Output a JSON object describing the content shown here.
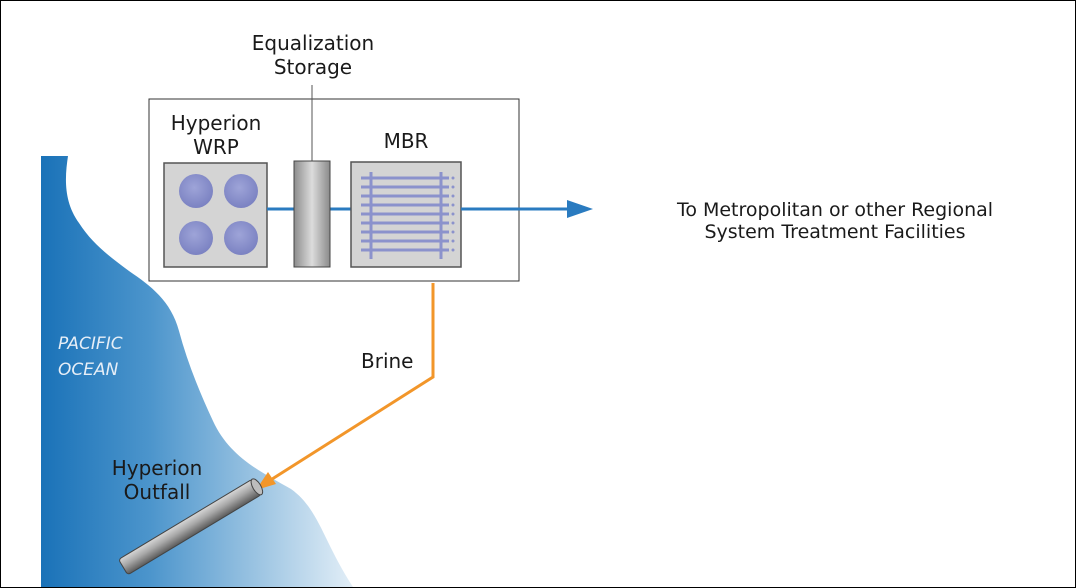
{
  "labels": {
    "equalization_line1": "Equalization",
    "equalization_line2": "Storage",
    "hyperion_wrp_line1": "Hyperion",
    "hyperion_wrp_line2": "WRP",
    "mbr": "MBR",
    "destination_line1": "To Metropolitan or other Regional",
    "destination_line2": "System Treatment Facilities",
    "brine": "Brine",
    "ocean_line1": "PACIFIC",
    "ocean_line2": "OCEAN",
    "outfall_line1": "Hyperion",
    "outfall_line2": "Outfall"
  },
  "colors": {
    "ocean_deep": "#1a72b8",
    "ocean_light": "#cfe3f1",
    "flow_line": "#2a7bc0",
    "brine_line": "#f2962a",
    "clarifier_circle": "#8b92cc",
    "mbr_membrane": "#8b92cc",
    "unit_fill": "#d4d4d4"
  }
}
